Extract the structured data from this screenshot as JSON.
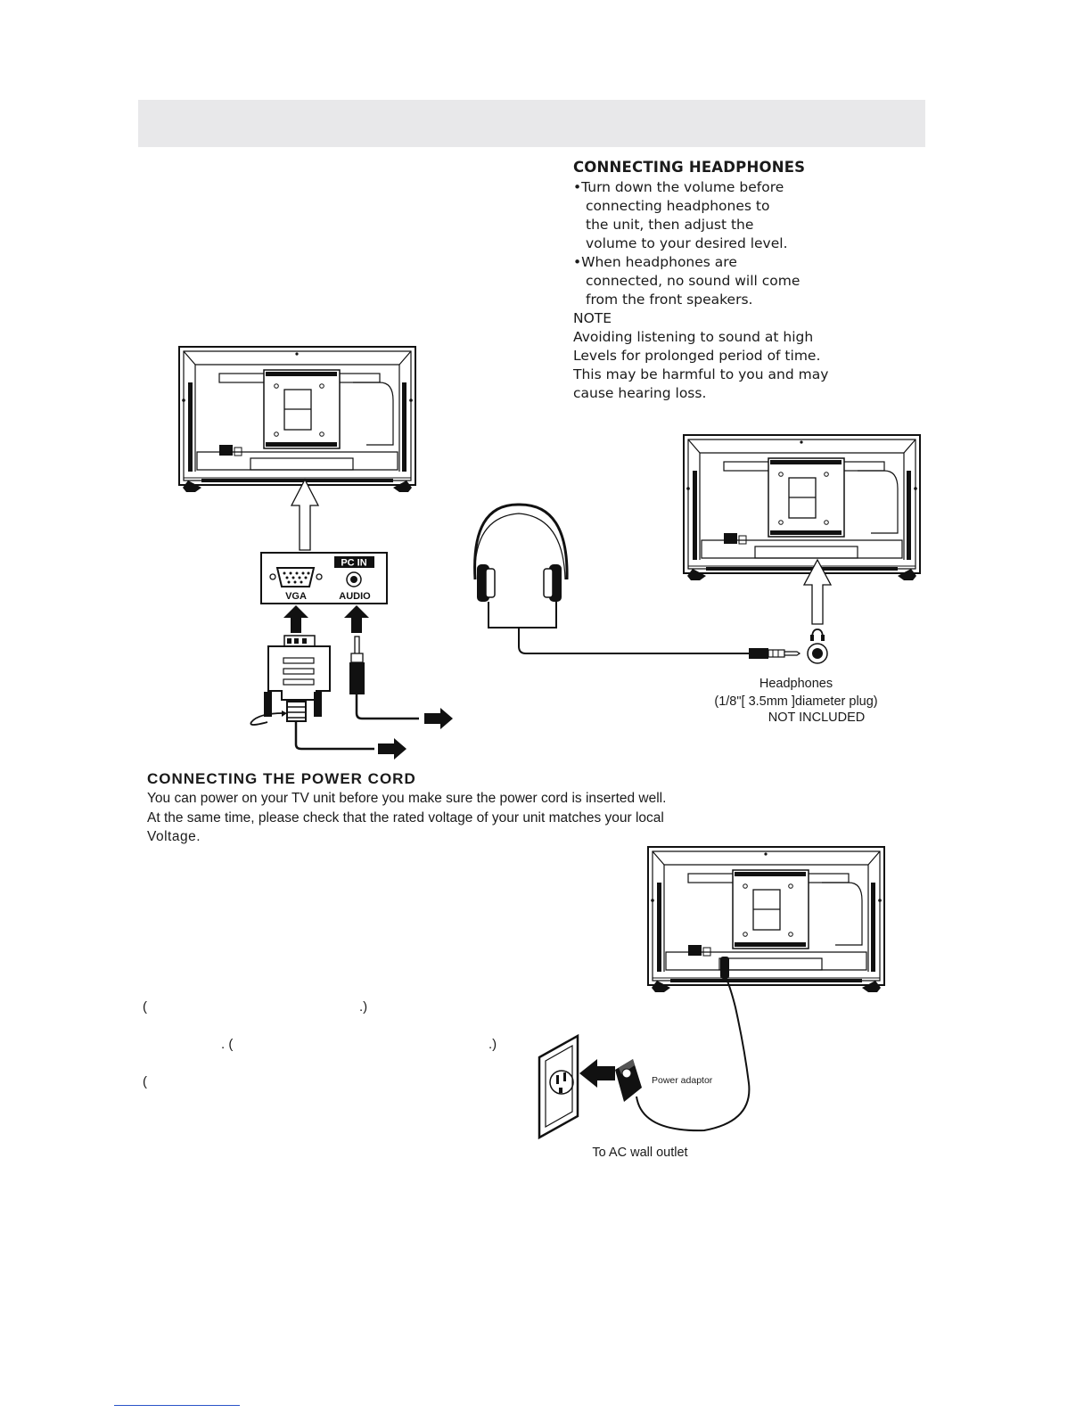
{
  "headphones": {
    "title": "CONNECTING HEADPHONES",
    "bullet1": [
      "•Turn down the volume before",
      "connecting headphones to",
      "the unit, then adjust the",
      "volume to your desired level."
    ],
    "bullet2": [
      "•When headphones are",
      "connected, no sound will come",
      "from the front speakers."
    ],
    "note_label": "NOTE",
    "note_lines": [
      "Avoiding listening to sound at high",
      "Levels for prolonged period of time.",
      "This may be harmful to you and may",
      "cause hearing loss."
    ]
  },
  "pc_panel": {
    "header": "PC IN",
    "vga_label": "VGA",
    "audio_label": "AUDIO"
  },
  "headphones_caption": {
    "line1": "Headphones",
    "line2": "(1/8\"[ 3.5mm ]diameter plug)",
    "line3": "NOT INCLUDED"
  },
  "power": {
    "title": "CONNECTING THE POWER CORD",
    "line1": "You can power on your TV unit before you make sure the power cord is inserted well.",
    "line2": "At the same time, please check that the rated voltage of your unit matches your local",
    "line3": "Voltage.",
    "adaptor_label": "Power adaptor",
    "outlet_caption": "To AC  wall  outlet"
  },
  "fragments": {
    "p1_open": "(",
    "p1_close": ".)",
    "p2_open": ". (",
    "p2_close": ".)",
    "p3_open": "("
  }
}
